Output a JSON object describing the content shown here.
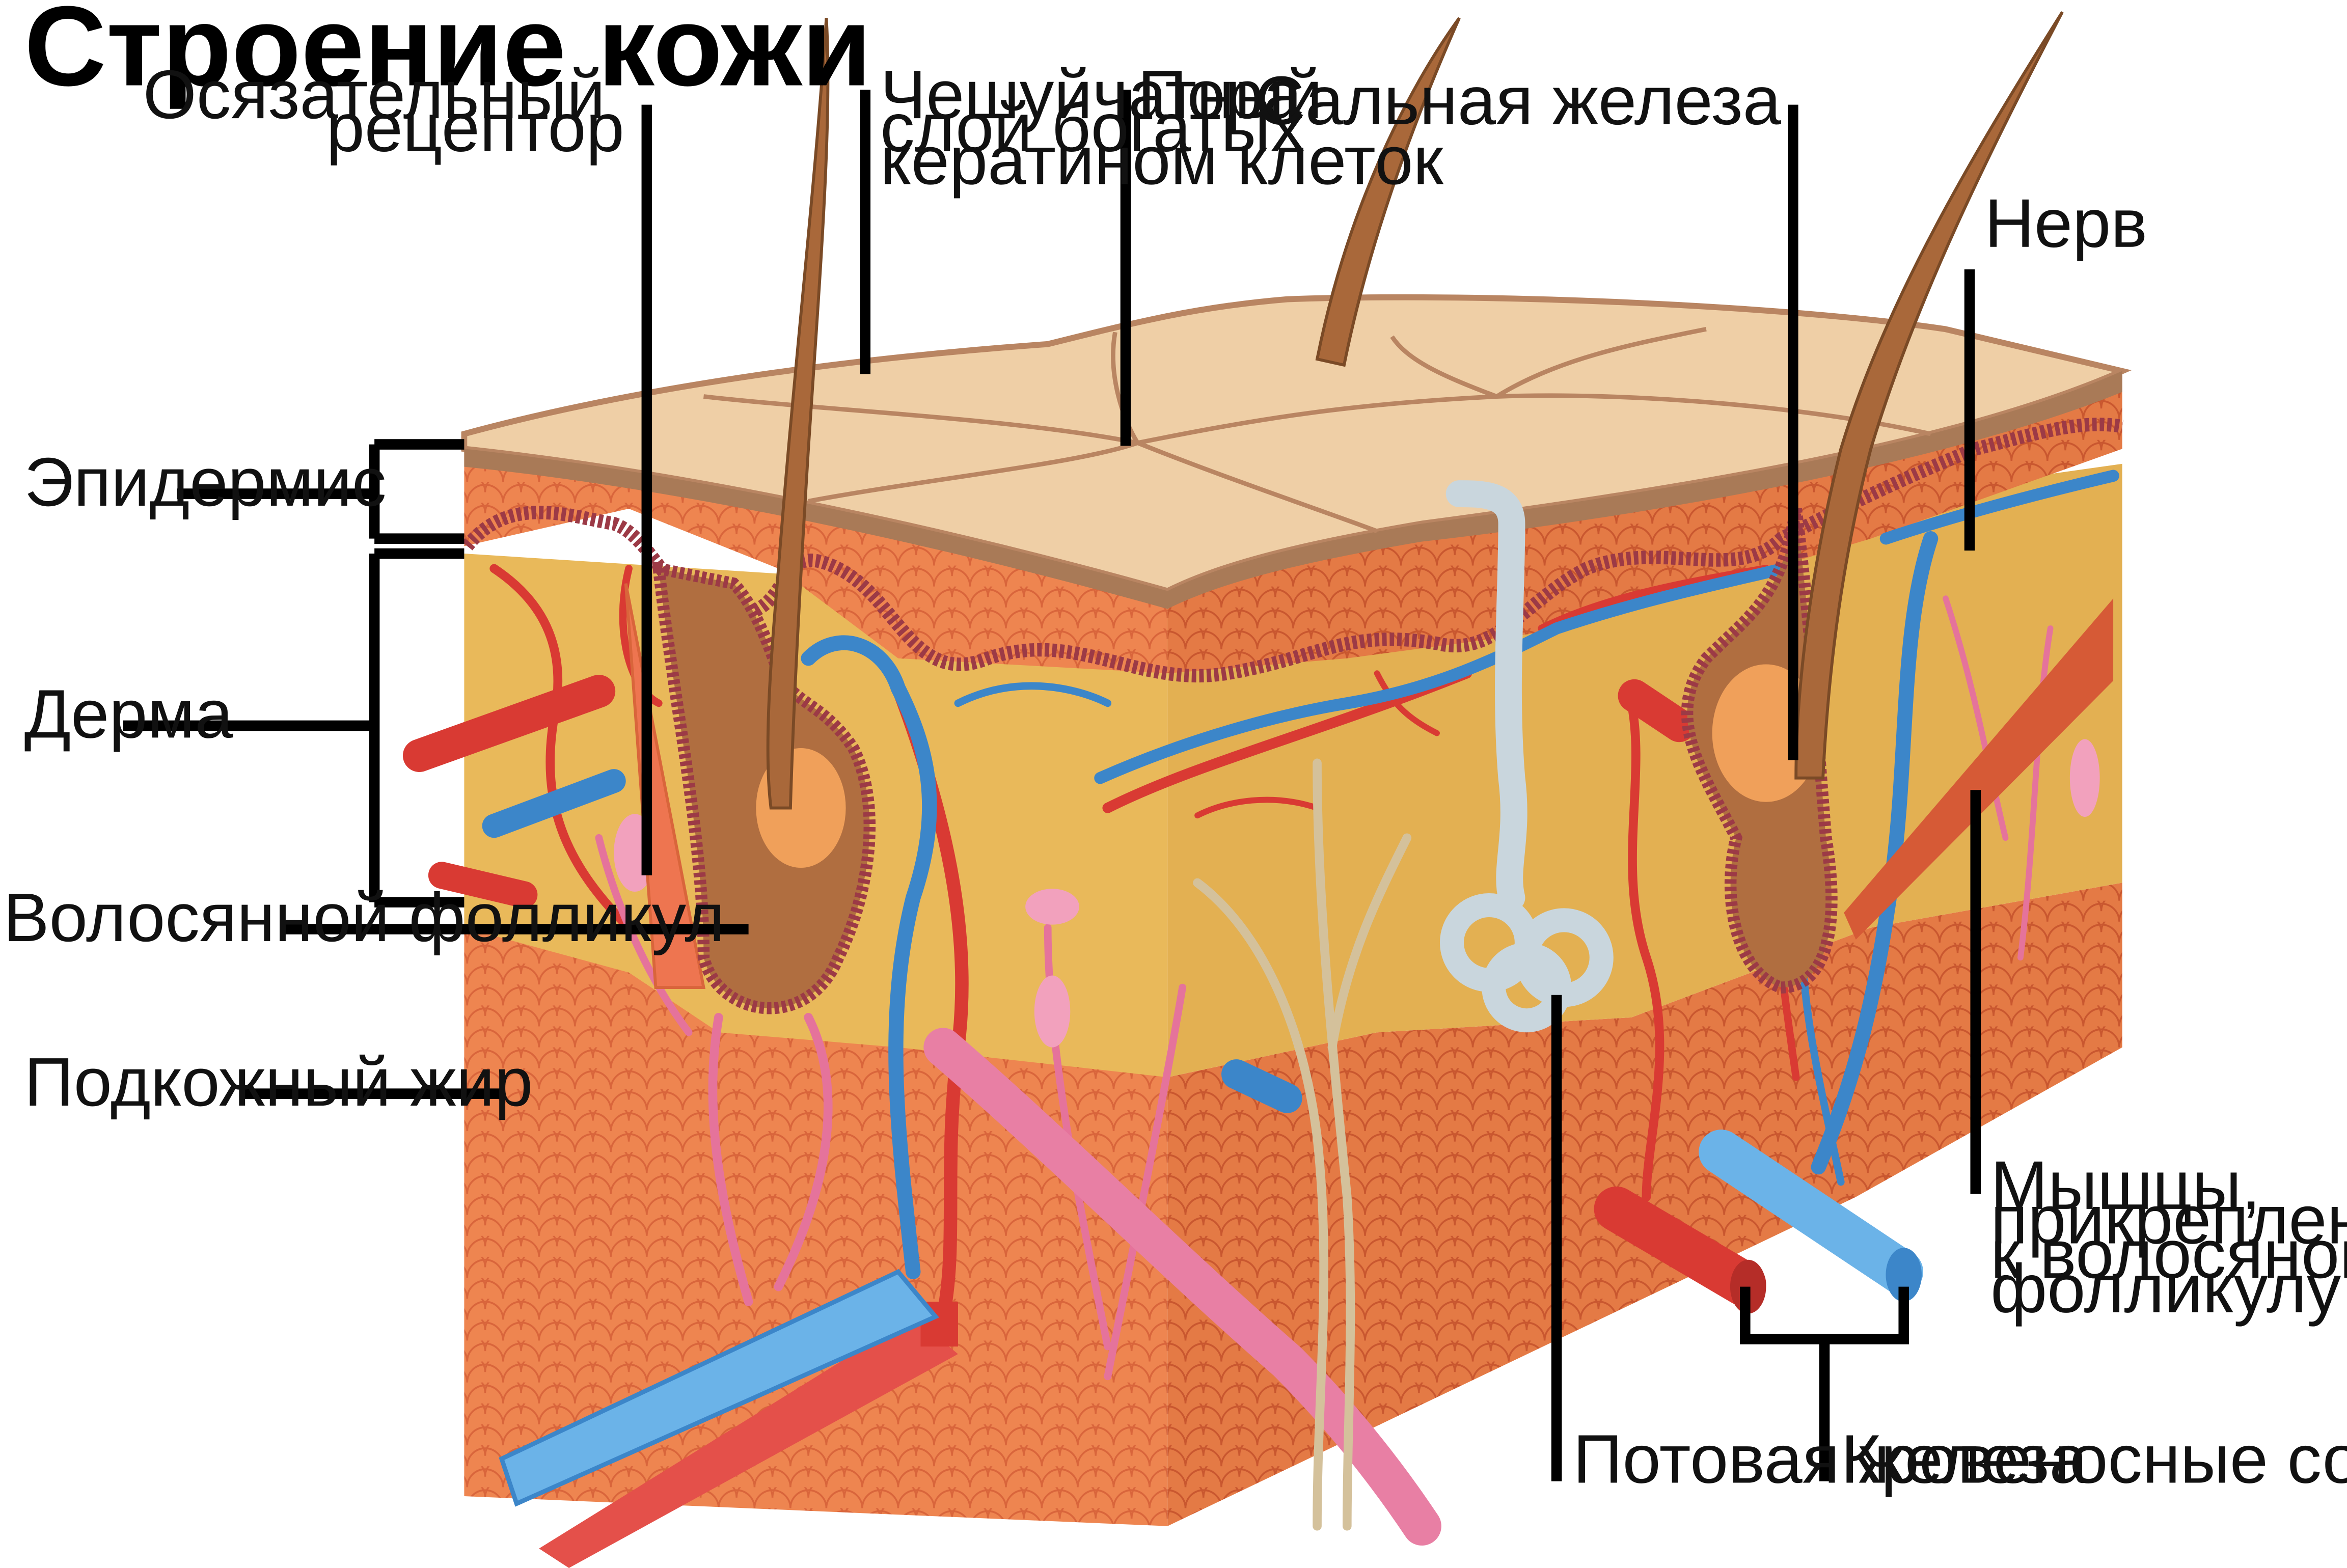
{
  "title": "Строение кожи",
  "labels": {
    "epidermis": "Эпидермис",
    "dermis": "Дерма",
    "hair_follicle": "Волосянной фолликул",
    "subcutaneous_fat": "Подкожный жир",
    "touch_receptor": [
      "Осязательный",
      "рецептор"
    ],
    "keratin_layer": [
      "Чешуйчатный",
      "слой богатых",
      "кератином клеток"
    ],
    "pore": "Пора",
    "sebaceous_gland": "Сальная железа",
    "nerve": "Нерв",
    "muscles": [
      "Мышцы,",
      "прикрепленные",
      "к волосяному",
      "фолликулу"
    ],
    "sweat_gland": "Потовая железа",
    "blood_vessels": "Кровеносные сосуды"
  },
  "colors": {
    "surface": "#EFCFA6",
    "surface_line": "#B98562",
    "dermis": "#E9B95A",
    "fat": "#EE8550",
    "fat_dark": "#D9653B",
    "artery": "#D93A33",
    "vein": "#3C86C9",
    "nerve": "#D4C19B",
    "lymph": "#E5739B",
    "hair": "#A9683A",
    "follicle": "#B06E40",
    "gland": "#F0A05A",
    "sweat": "#C9D6DD",
    "membrane": "#9C3A46"
  }
}
